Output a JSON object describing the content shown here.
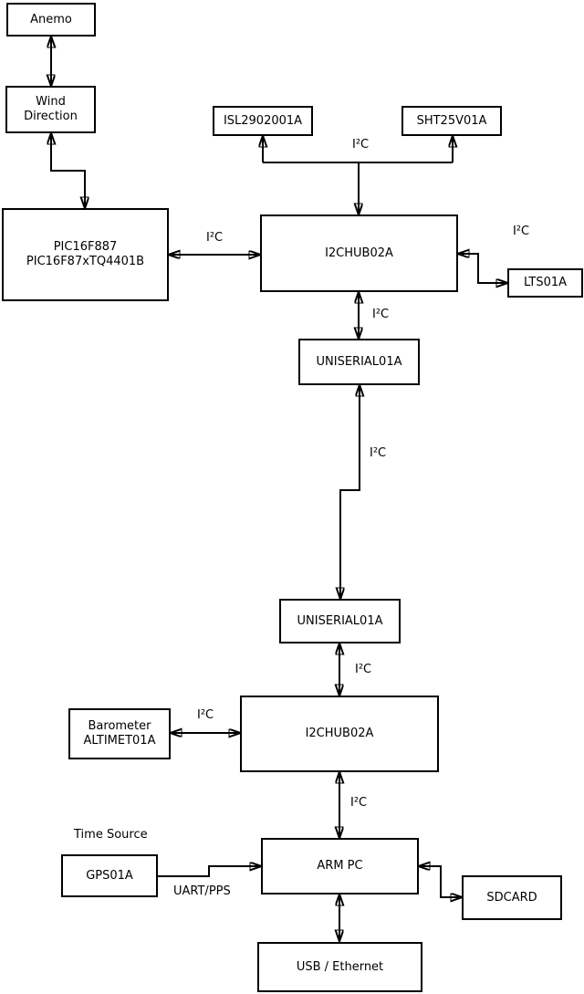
{
  "diagram": {
    "background_color": "#ffffff",
    "stroke_color": "#000000",
    "nodes": {
      "anemo": {
        "label": "Anemo"
      },
      "wind_direction": {
        "line1": "Wind",
        "line2": "Direction"
      },
      "pic": {
        "line1": "PIC16F887",
        "line2": "PIC16F87xTQ4401B"
      },
      "isl": {
        "label": "ISL2902001A"
      },
      "sht": {
        "label": "SHT25V01A"
      },
      "i2c_hub_1": {
        "label": "I2CHUB02A"
      },
      "lts": {
        "label": "LTS01A"
      },
      "uniserial_1": {
        "label": "UNISERIAL01A"
      },
      "uniserial_2": {
        "label": "UNISERIAL01A"
      },
      "barometer": {
        "line1": "Barometer",
        "line2": "ALTIMET01A"
      },
      "i2c_hub_2": {
        "label": "I2CHUB02A"
      },
      "gps": {
        "label": "GPS01A"
      },
      "arm_pc": {
        "label": "ARM PC"
      },
      "sdcard": {
        "label": "SDCARD"
      },
      "usb_ethernet": {
        "label": "USB / Ethernet"
      }
    },
    "edge_labels": {
      "i2c": "I²C",
      "uart_pps": "UART/PPS",
      "time_source": "Time Source"
    }
  }
}
